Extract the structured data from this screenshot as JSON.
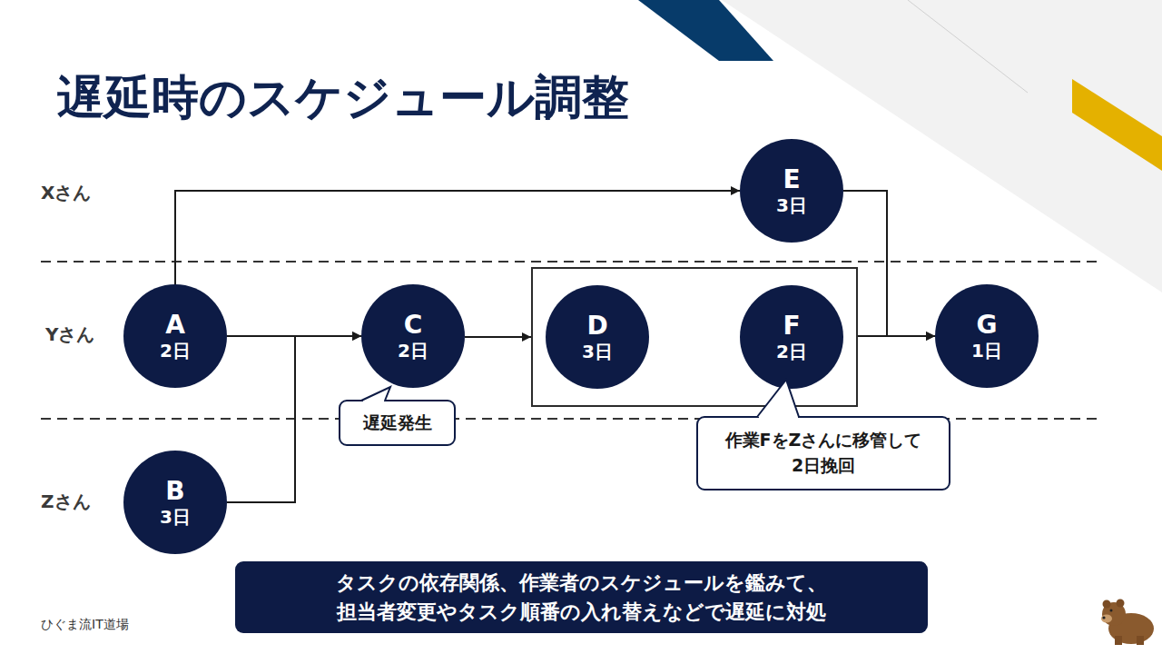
{
  "diagram": {
    "title": "遅延時のスケジュール調整",
    "nodes": [
      {
        "text": [
          "E",
          "3日"
        ]
      },
      {
        "text": [
          "A",
          "2日"
        ]
      },
      {
        "text": [
          "C",
          "2日"
        ]
      },
      {
        "text": []
      },
      {
        "text": [
          "D",
          "3日"
        ],
        "in": 3
      },
      {
        "text": [
          "F",
          "2日"
        ],
        "in": 3
      },
      {
        "text": [
          "G",
          "1日"
        ]
      },
      {
        "text": [
          "遅延発生"
        ]
      },
      {
        "text": [
          "B",
          "3日"
        ]
      },
      {
        "text": [
          "作業FをZさんに移管して 2日挽回"
        ]
      },
      {
        "text": [
          "タスクの依存関係、作業者のスケジュールを鑑みて、 担当者変更やタスク順番の入れ替えなどで遅延に対処"
        ]
      }
    ],
    "edges": [
      {
        "from": 1,
        "to": 0,
        "arrow": "to"
      },
      {
        "from": 1,
        "to": 2,
        "arrow": "to"
      },
      {
        "from": 8,
        "to": 2,
        "arrow": "to"
      },
      {
        "from": 2,
        "to": 3,
        "arrow": "to"
      },
      {
        "from": 3,
        "to": 6,
        "arrow": "to"
      },
      {
        "from": 0,
        "to": 6,
        "arrow": "to"
      }
    ],
    "labels": [
      "Xさん",
      "Yさん",
      "Zさん",
      "ひぐま流IT道場"
    ]
  }
}
